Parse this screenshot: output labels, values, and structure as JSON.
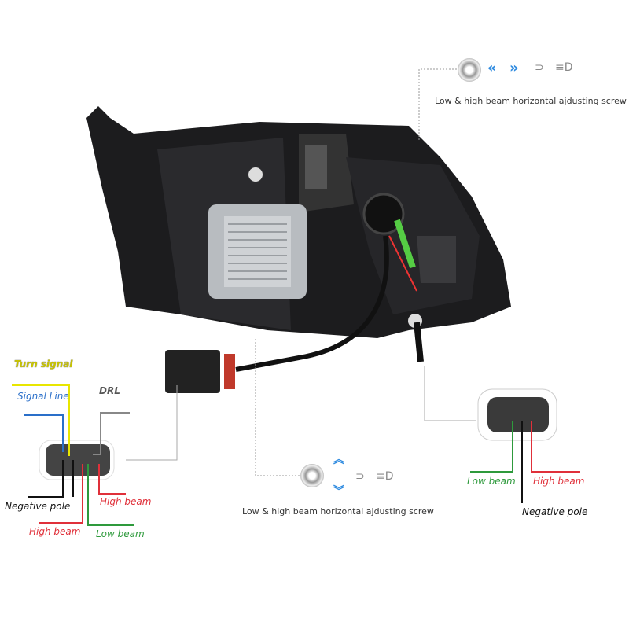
{
  "colors": {
    "signal": "#2a6fc9",
    "turn": "#e8e600",
    "high": "#e0303a",
    "low": "#2e9a3c",
    "negative": "#111111",
    "drl": "#888888",
    "arrow": "#2f8be0"
  },
  "top_screw": {
    "caption": "Low & high beam horizontal ajdusting screw",
    "icons": [
      "screw-icon",
      "chevron-left-double-icon",
      "chevron-right-double-icon",
      "low-beam-icon",
      "high-beam-icon"
    ]
  },
  "bottom_screw": {
    "caption": "Low & high beam horizontal ajdusting screw",
    "icons": [
      "screw-icon",
      "chevron-up-double-icon",
      "chevron-down-double-icon",
      "low-beam-icon",
      "high-beam-icon"
    ]
  },
  "left_connector": {
    "turn_signal": "Turn signal",
    "signal_line": "Signal Line",
    "drl": "DRL",
    "negative_pole": "Negative pole",
    "high_beam_right": "High beam",
    "high_beam_left": "High beam",
    "low_beam": "Low beam"
  },
  "right_connector": {
    "low_beam": "Low beam",
    "high_beam": "High beam",
    "negative_pole": "Negative pole"
  }
}
